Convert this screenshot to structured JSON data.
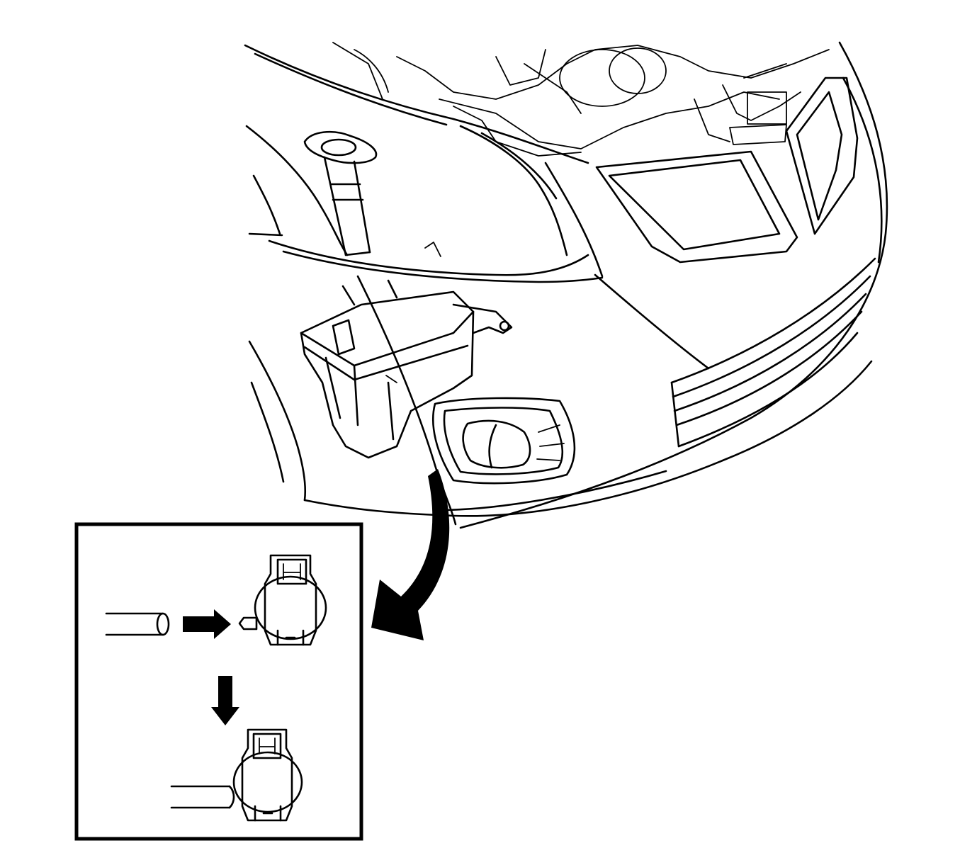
{
  "figure": {
    "kind": "service-illustration",
    "colors": {
      "line": "#000000",
      "background": "#ffffff"
    },
    "components": [
      "vehicle-front-end",
      "washer-fluid-reservoir",
      "reservoir-filler-neck",
      "fog-lamp",
      "washer-pump-connector"
    ],
    "inset": {
      "steps": [
        "connect-hose-to-pump",
        "installed-hose"
      ]
    }
  }
}
